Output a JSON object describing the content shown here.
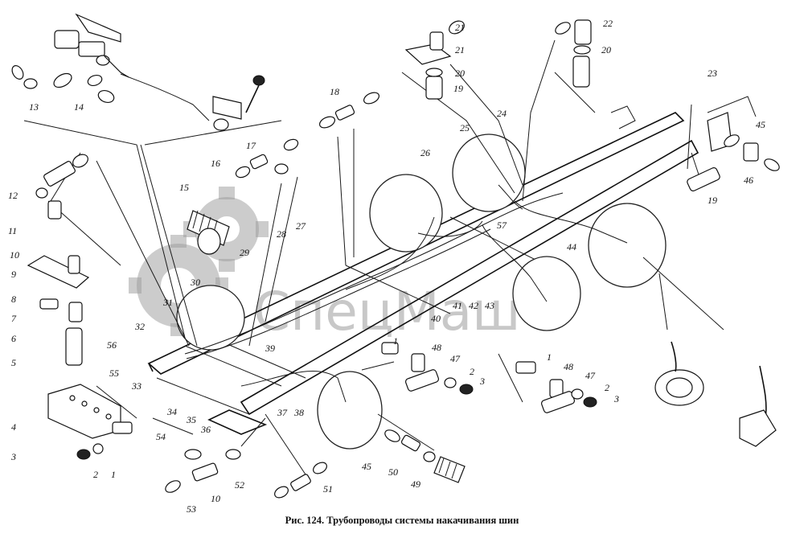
{
  "caption": "Рис. 124. Трубопроводы системы накачивания шин",
  "watermark": {
    "text": "СпецМаш",
    "color": "#9a9a9a"
  },
  "callouts": [
    "1",
    "2",
    "3",
    "4",
    "5",
    "6",
    "7",
    "8",
    "9",
    "10",
    "11",
    "12",
    "13",
    "14",
    "15",
    "16",
    "17",
    "18",
    "19",
    "20",
    "21",
    "22",
    "23",
    "24",
    "25",
    "26",
    "27",
    "28",
    "29",
    "30",
    "31",
    "32",
    "33",
    "34",
    "35",
    "36",
    "37",
    "38",
    "39",
    "40",
    "41",
    "42",
    "43",
    "44",
    "45",
    "46",
    "47",
    "48",
    "49",
    "50",
    "51",
    "52",
    "53",
    "54",
    "55",
    "56",
    "57"
  ]
}
